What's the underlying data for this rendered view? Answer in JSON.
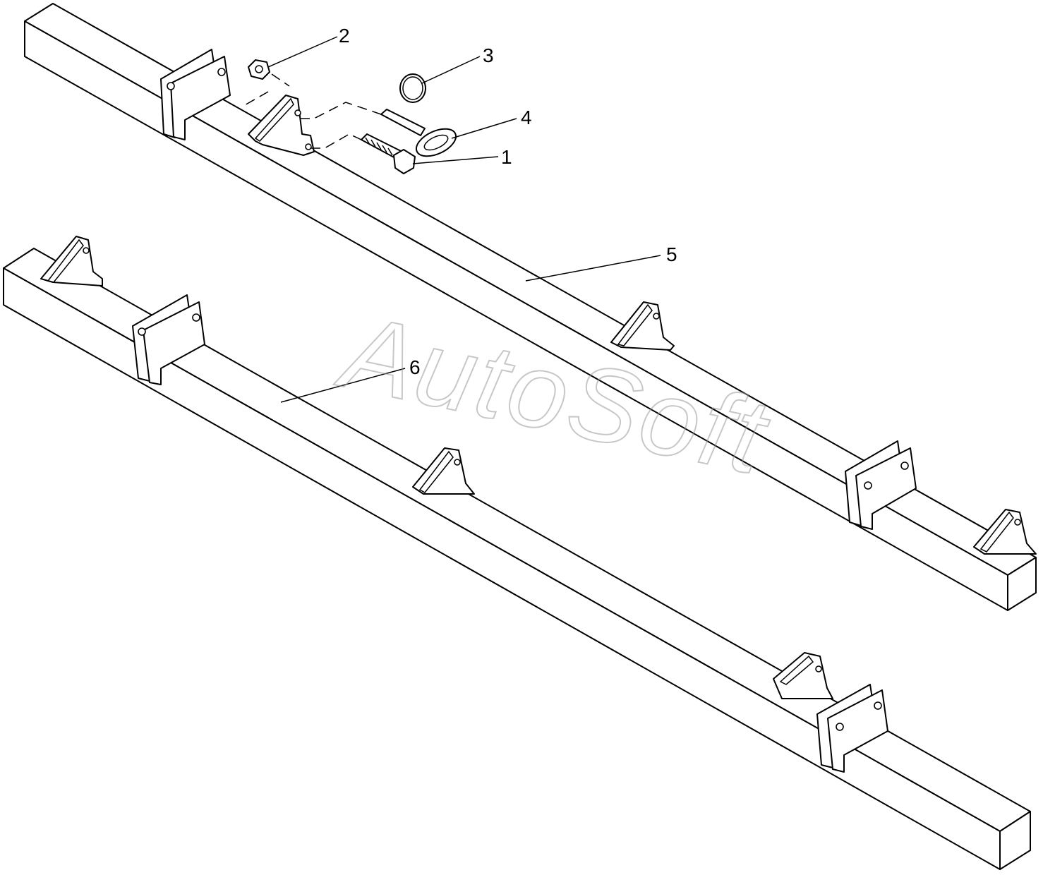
{
  "watermark": "AutoSoft",
  "callouts": [
    {
      "id": "1",
      "label": "1"
    },
    {
      "id": "2",
      "label": "2"
    },
    {
      "id": "3",
      "label": "3"
    },
    {
      "id": "4",
      "label": "4"
    },
    {
      "id": "5",
      "label": "5"
    },
    {
      "id": "6",
      "label": "6"
    }
  ],
  "colors": {
    "line": "#000000",
    "background": "#ffffff",
    "watermark": "#9a9a9a"
  }
}
